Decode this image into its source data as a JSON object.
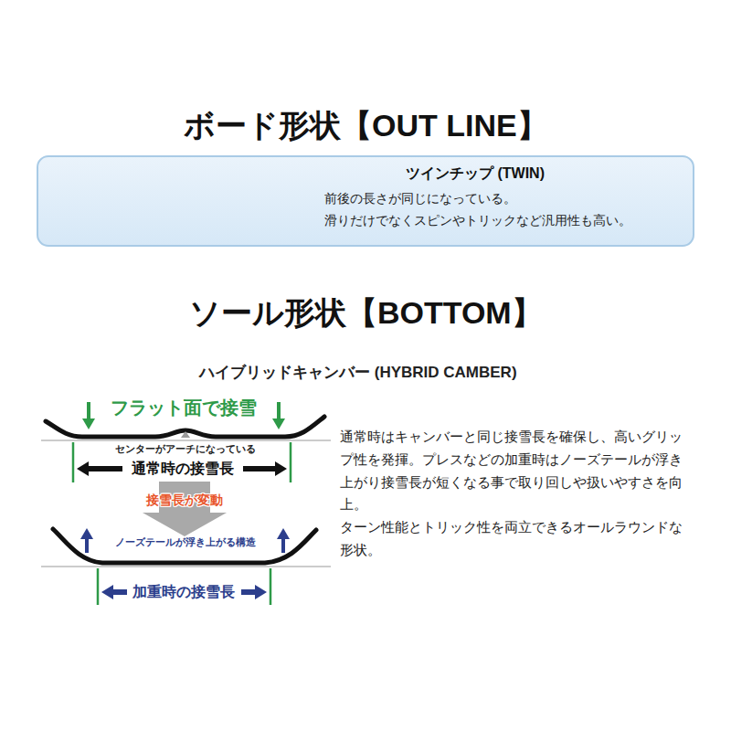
{
  "diagram": {
    "title": "ボード形状【OUT LINE】",
    "nodes": [
      {
        "text": [
          "ツインチップ (TWIN)",
          "前後の長さが同じになっている。 滑りだけでなくスピンやトリックなど汎用性も高い。"
        ]
      },
      {
        "text": [
          "接雪長が変動"
        ]
      }
    ],
    "labels": [
      "ソール形状【BOTTOM】",
      "ハイブリッドキャンバー (HYBRID CAMBER)",
      "フラット面で接雪",
      "センターがアーチになっている",
      "通常時の接雪長",
      "ノーズテールが浮き上がる構造",
      "加重時の接雪長",
      "通常時はキャンバーと同じ接雪長を確保し、高いグリップ性を発揮。プレスなどの加重時はノーズテールが浮き上がり接雪長が短くなる事で取り回しや扱いやすさを向上。",
      "ターン性能とトリック性を両立できるオールラウンドな形状。"
    ]
  }
}
